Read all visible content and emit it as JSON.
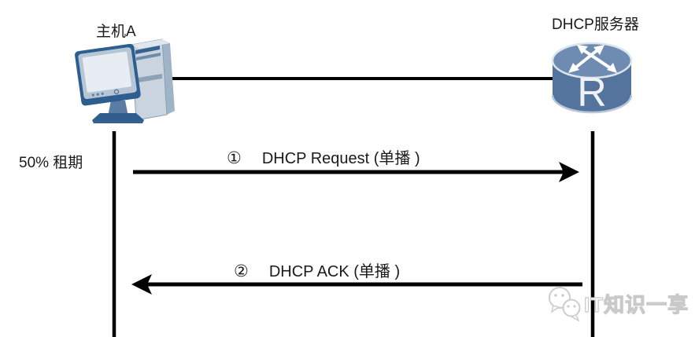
{
  "diagram_type": "dhcp-lease-renewal-sequence",
  "nodes": {
    "host": {
      "label": "主机A",
      "icon": "desktop-computer-icon"
    },
    "server": {
      "label": "DHCP服务器",
      "icon": "router-icon",
      "device_letter": "R"
    }
  },
  "annotations": {
    "lease": "50% 租期"
  },
  "messages": [
    {
      "step": "①",
      "label": "DHCP Request (单播 )",
      "direction": "right",
      "from": "host",
      "to": "server"
    },
    {
      "step": "②",
      "label": "DHCP ACK (单播 )",
      "direction": "left",
      "from": "server",
      "to": "host"
    }
  ],
  "watermark": {
    "icon": "wechat-icon",
    "text": "IT知识一享"
  },
  "colors": {
    "line": "#000000",
    "router_body": "#54749e",
    "router_top": "#6e8cb1",
    "router_rim": "#dde5ec",
    "monitor_frame": "#2e5d90",
    "monitor_bezel": "#b7c6d4",
    "monitor_screen": "#e7edf2",
    "tower_face": "#c9d4de",
    "tower_side": "#9fb4c6",
    "watermark_stroke": "#c9c9c9"
  }
}
